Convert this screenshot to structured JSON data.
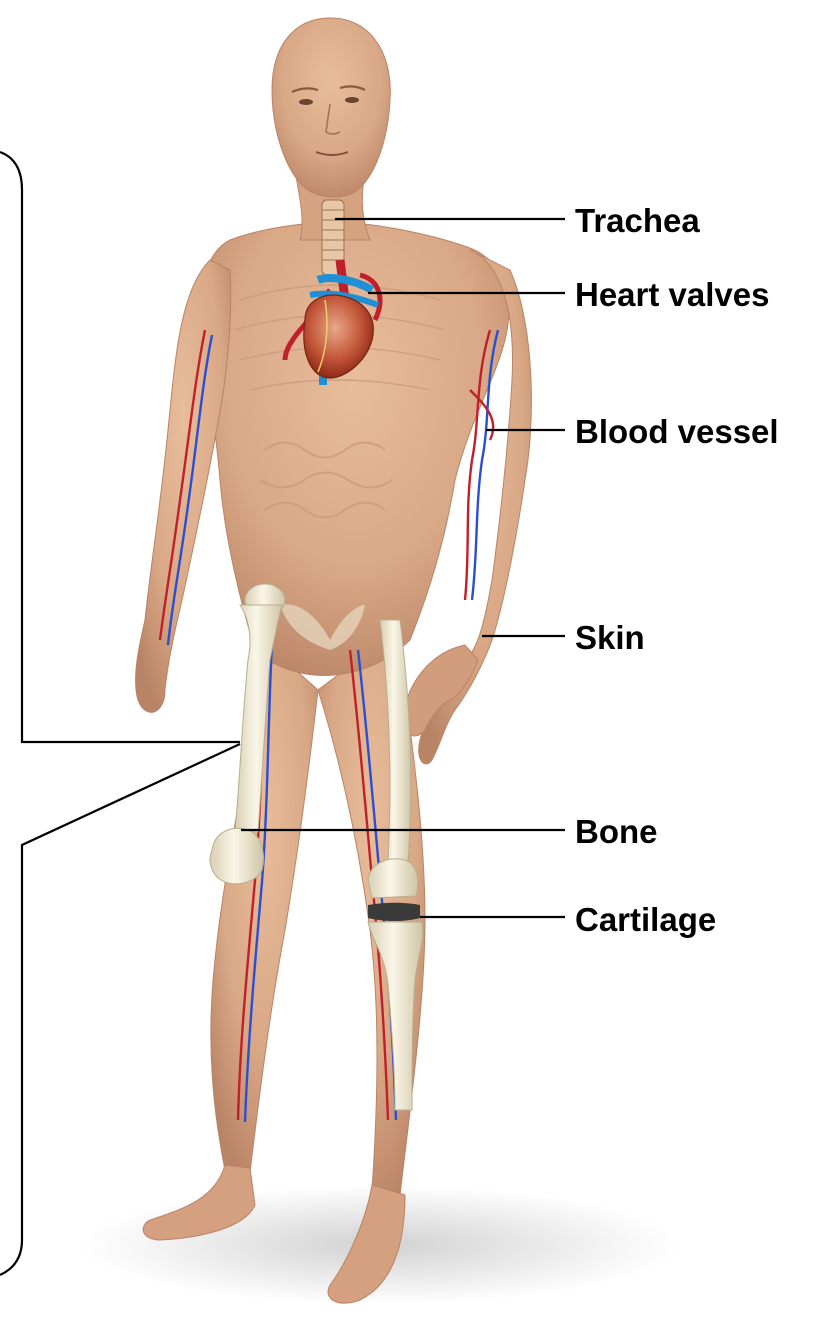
{
  "diagram": {
    "labels": {
      "trachea": "Trachea",
      "heart_valves": "Heart valves",
      "blood_vessel": "Blood vessel",
      "skin": "Skin",
      "bone": "Bone",
      "cartilage": "Cartilage"
    },
    "colors": {
      "skin": "#d9a886",
      "skin_shadow": "#b98466",
      "artery": "#c0202a",
      "vein": "#2a4fd0",
      "bone": "#f1ead4",
      "heart": "#b8321f",
      "pulmonary": "#1f8fd6",
      "leader_line": "#000000"
    }
  }
}
